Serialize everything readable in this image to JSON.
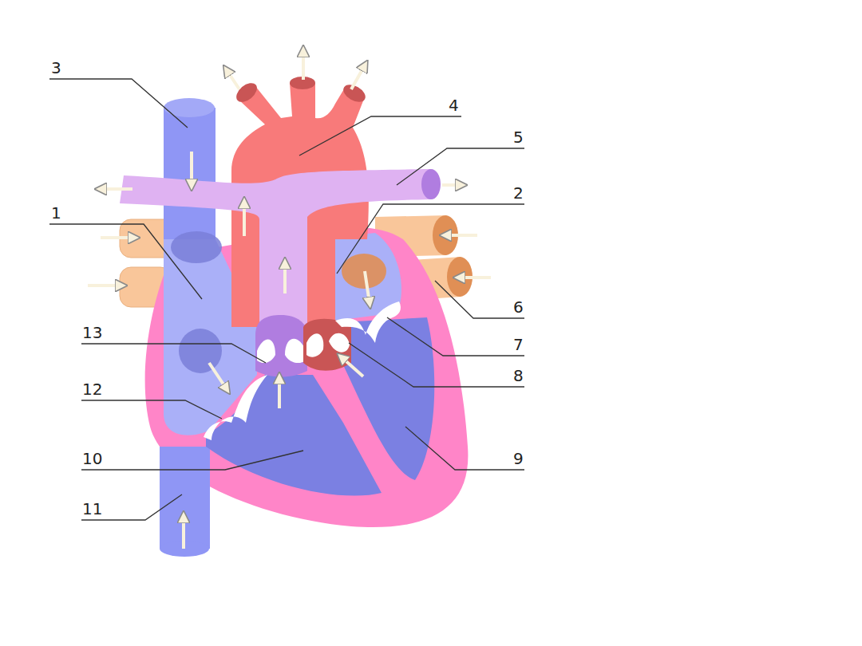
{
  "diagram": {
    "labels": [
      "3",
      "4",
      "5",
      "2",
      "1",
      "6",
      "13",
      "7",
      "8",
      "12",
      "9",
      "10",
      "11"
    ]
  }
}
